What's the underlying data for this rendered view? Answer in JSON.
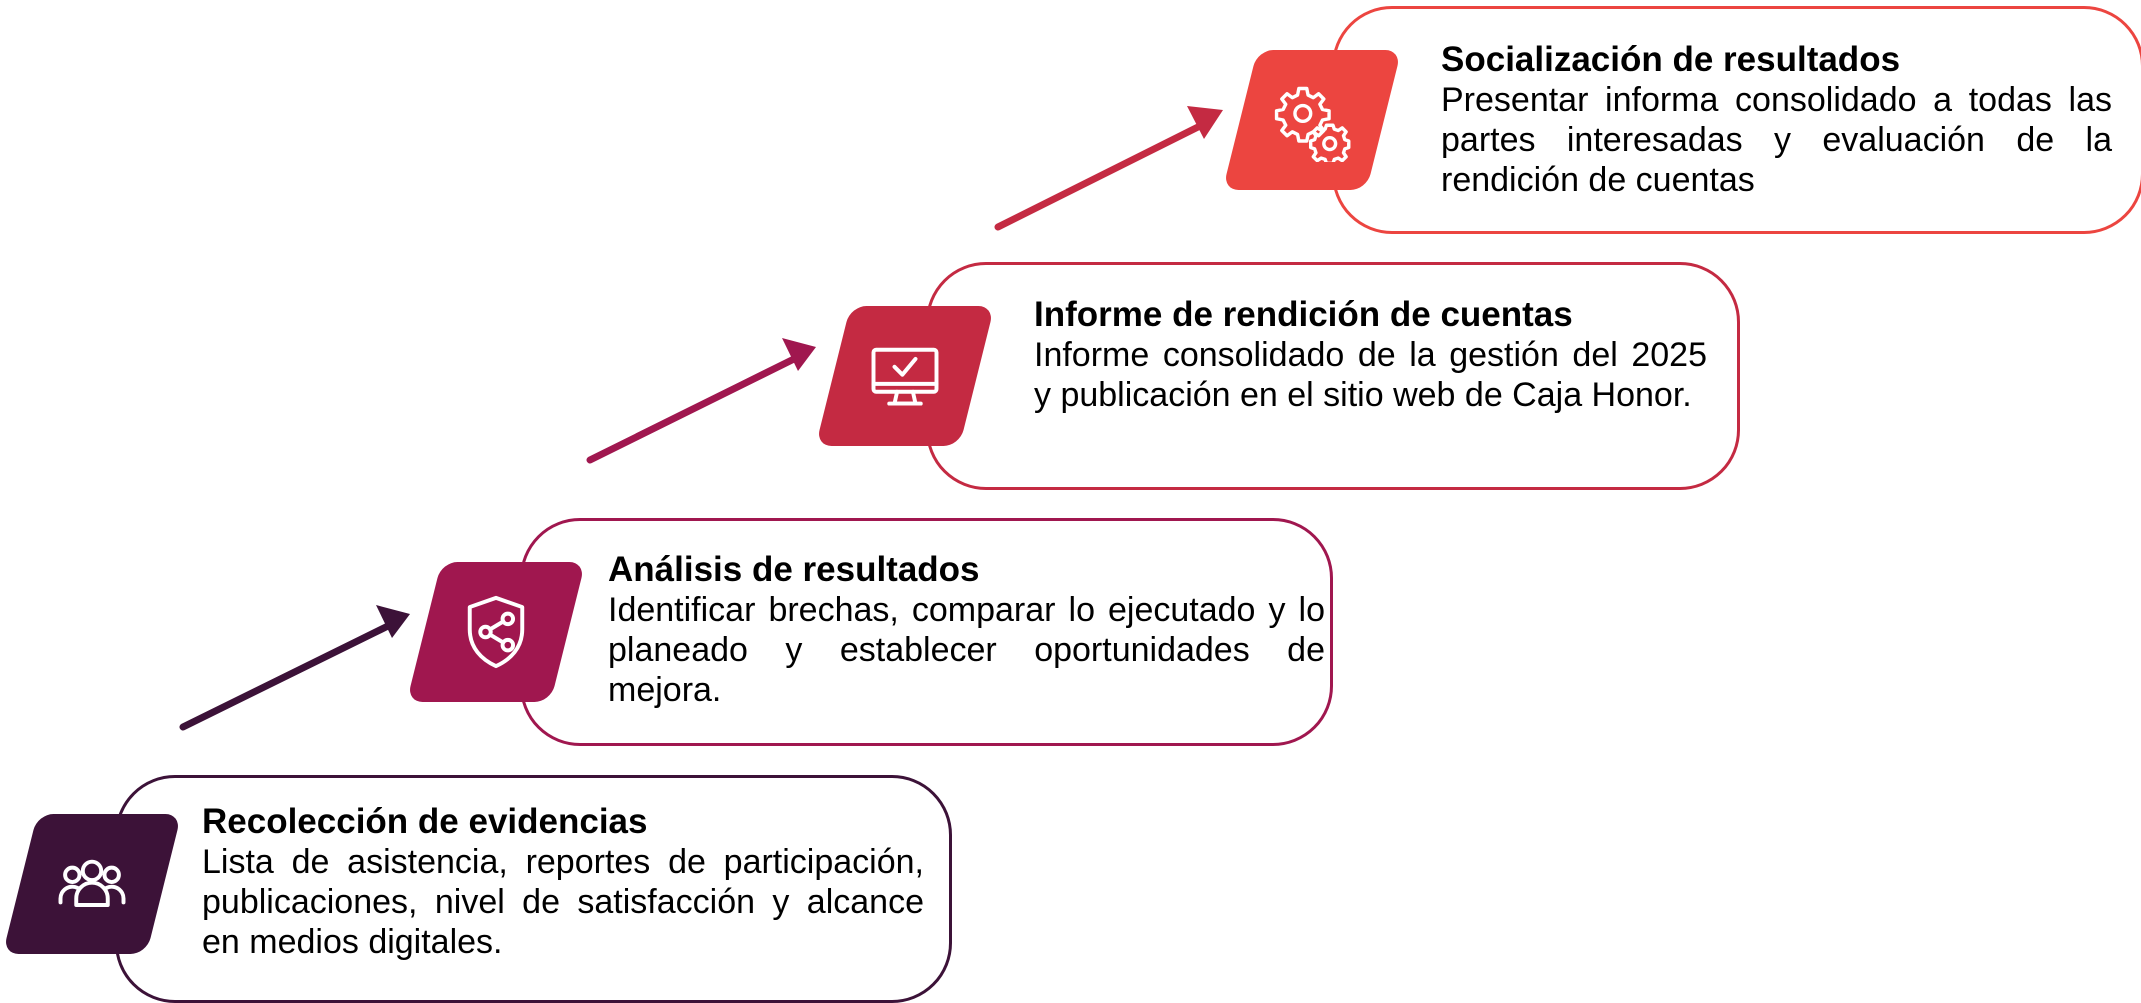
{
  "colors": {
    "step1": "#3c1238",
    "step2": "#a0174f",
    "step3": "#c42a42",
    "step4": "#ec4540"
  },
  "steps": [
    {
      "title": "Recolección de evidencias",
      "description": "Lista de asistencia, reportes de participación, publicaciones, nivel de satisfacción y alcance en medios digitales.",
      "icon": "users-icon"
    },
    {
      "title": "Análisis de resultados",
      "description": "Identificar brechas, comparar lo ejecutado y lo planeado y establecer oportunidades de mejora.",
      "icon": "share-shield-icon"
    },
    {
      "title": "Informe de rendición de cuentas",
      "description": "Informe consolidado de la gestión del 2025 y publicación en el sitio web de Caja Honor.",
      "icon": "monitor-check-icon"
    },
    {
      "title": "Socialización de resultados",
      "description": "Presentar informa consolidado a todas las partes interesadas y evaluación de la rendición de cuentas",
      "icon": "gears-icon"
    }
  ]
}
